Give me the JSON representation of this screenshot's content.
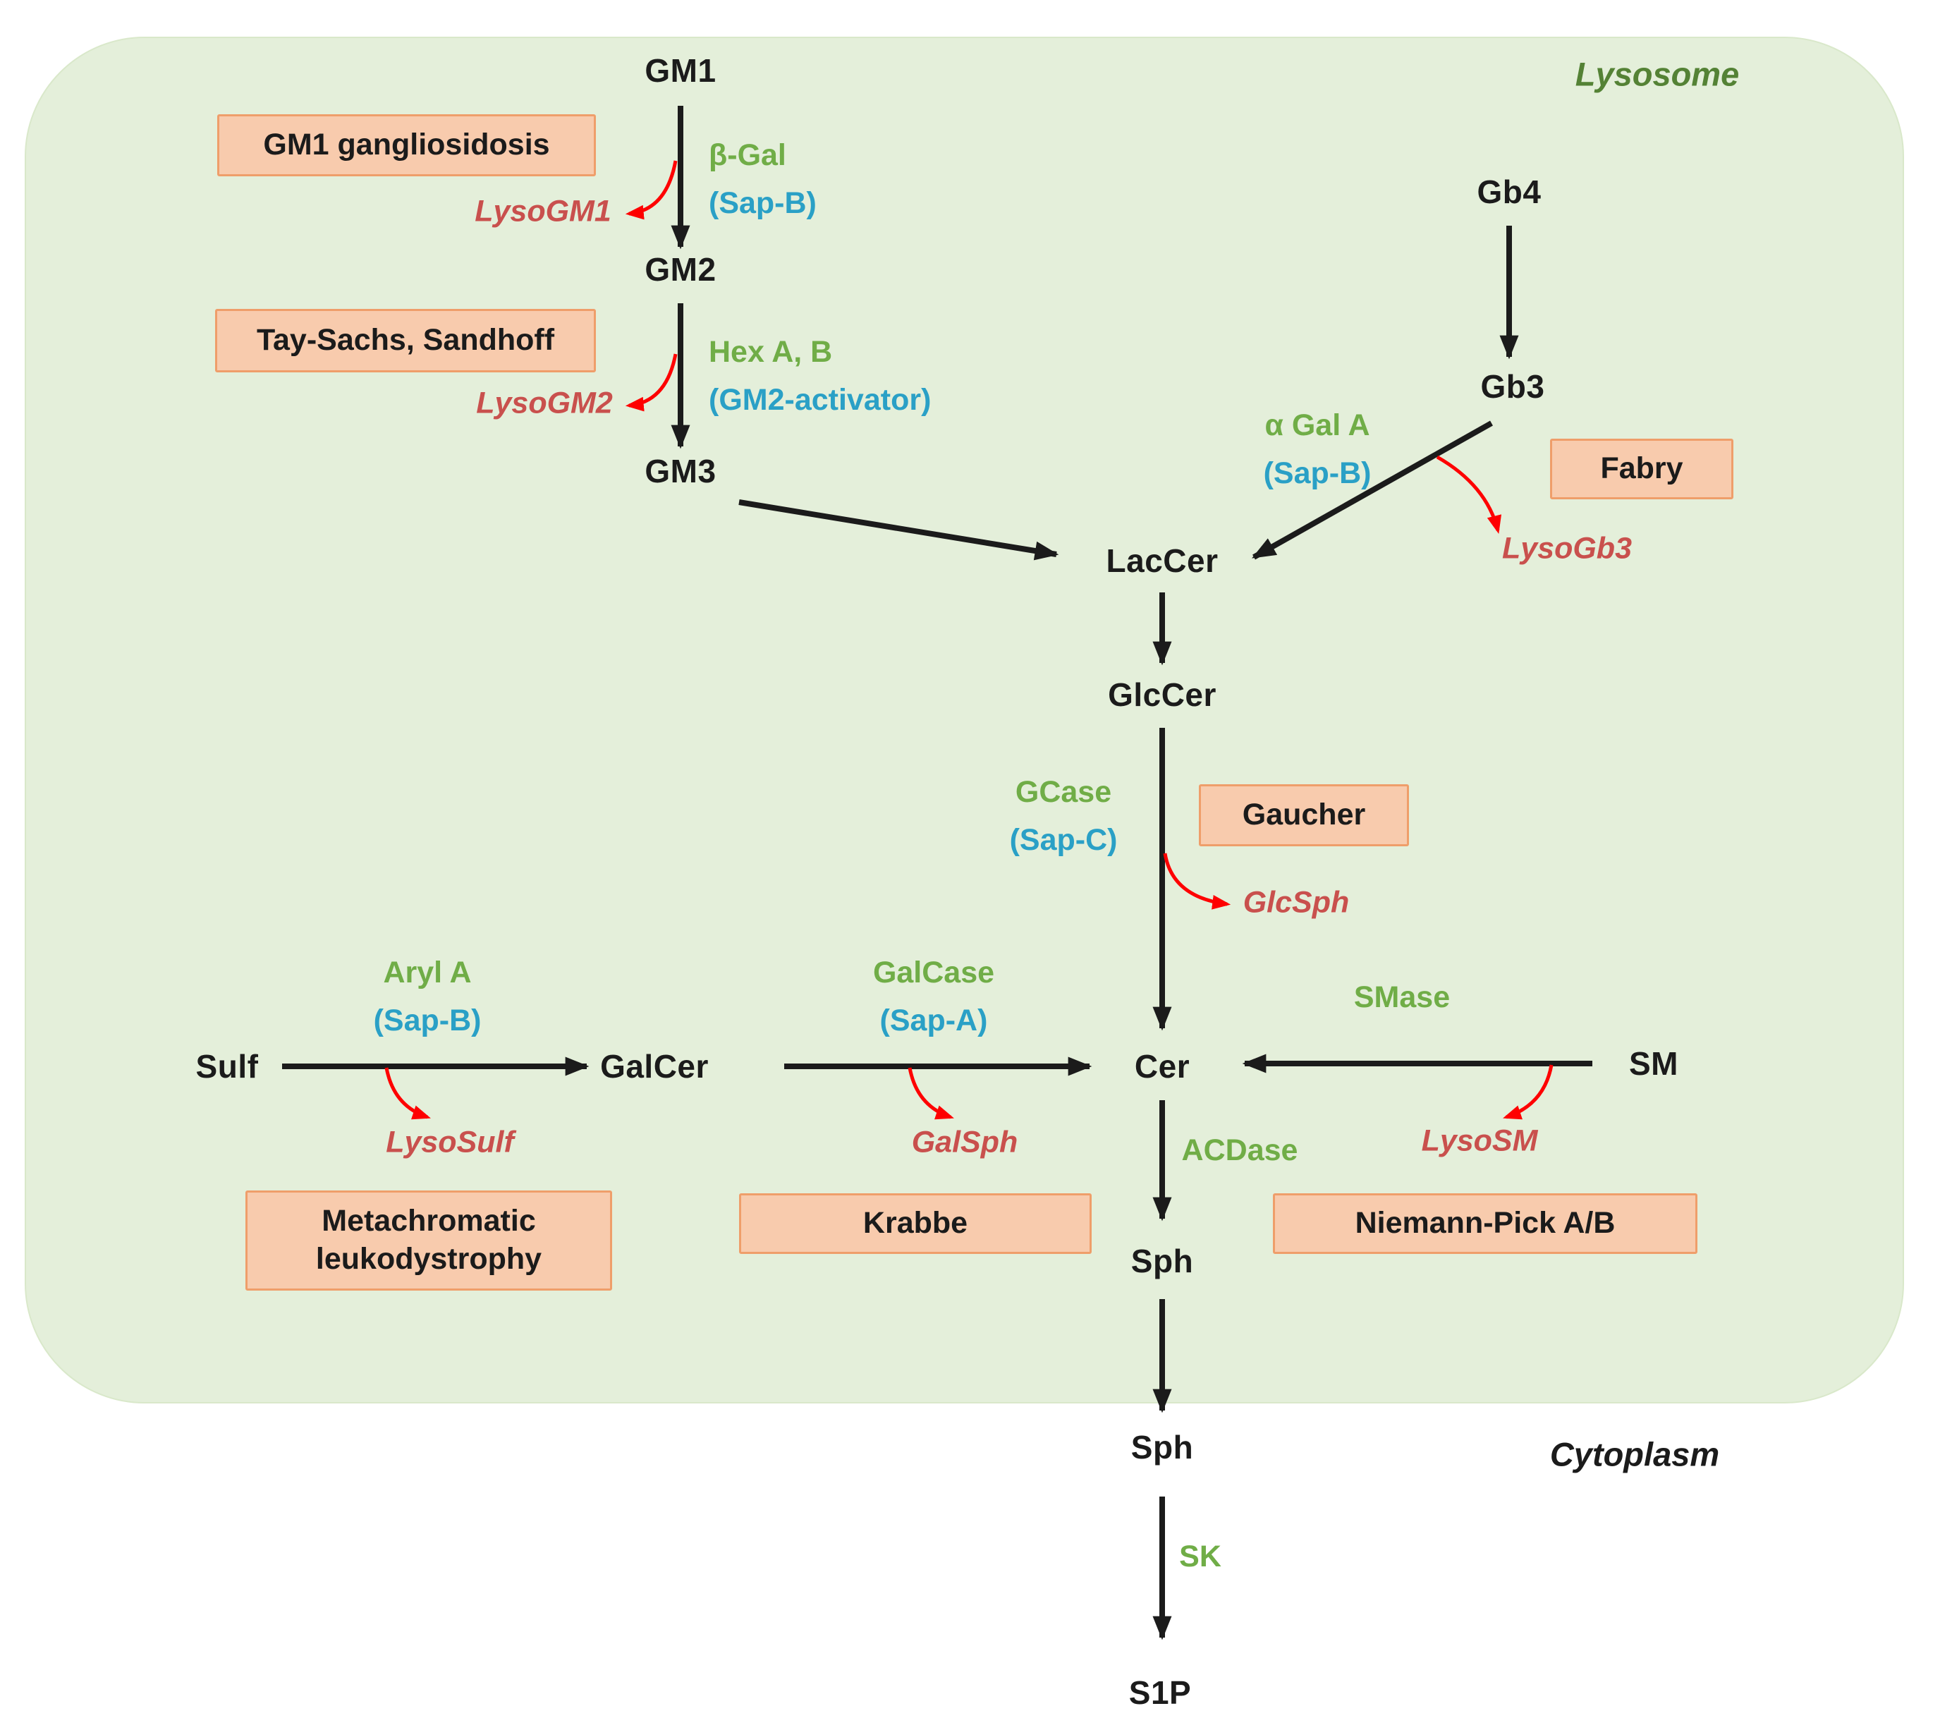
{
  "regions": {
    "lysosome": "Lysosome",
    "cytoplasm": "Cytoplasm"
  },
  "metabolites": {
    "gm1": "GM1",
    "gm2": "GM2",
    "gm3": "GM3",
    "gb4": "Gb4",
    "gb3": "Gb3",
    "laccer": "LacCer",
    "glccer": "GlcCer",
    "cer": "Cer",
    "galcer": "GalCer",
    "sulf": "Sulf",
    "sm": "SM",
    "sph_lysosome": "Sph",
    "sph_cytoplasm": "Sph",
    "s1p": "S1P"
  },
  "enzymes": {
    "beta_gal": {
      "name": "β-Gal",
      "activator": "(Sap-B)"
    },
    "hex_ab": {
      "name": "Hex A, B",
      "activator": "(GM2-activator)"
    },
    "alpha_gal_a": {
      "name": "α Gal A",
      "activator": "(Sap-B)"
    },
    "gcase": {
      "name": "GCase",
      "activator": "(Sap-C)"
    },
    "aryl_a": {
      "name": "Aryl A",
      "activator": "(Sap-B)"
    },
    "galcase": {
      "name": "GalCase",
      "activator": "(Sap-A)"
    },
    "smase": {
      "name": "SMase"
    },
    "acdase": {
      "name": "ACDase"
    },
    "sk": {
      "name": "SK"
    }
  },
  "lyso_products": {
    "lysogm1": "LysoGM1",
    "lysogm2": "LysoGM2",
    "lysogb3": "LysoGb3",
    "glcsph": "GlcSph",
    "lysosulf": "LysoSulf",
    "galsph": "GalSph",
    "lysosm": "LysoSM"
  },
  "diseases": {
    "gm1_gangliosidosis": "GM1 gangliosidosis",
    "tay_sachs_sandhoff": "Tay-Sachs, Sandhoff",
    "fabry": "Fabry",
    "gaucher": "Gaucher",
    "metachromatic_leukodystrophy": "Metachromatic leukodystrophy",
    "krabbe": "Krabbe",
    "niemann_pick": "Niemann-Pick A/B"
  },
  "reactions": [
    {
      "from": "GM1",
      "to": "GM2",
      "enzyme": "β-Gal",
      "activator": "Sap-B",
      "disease": "GM1 gangliosidosis",
      "byproduct": "LysoGM1"
    },
    {
      "from": "GM2",
      "to": "GM3",
      "enzyme": "Hex A, B",
      "activator": "GM2-activator",
      "disease": "Tay-Sachs, Sandhoff",
      "byproduct": "LysoGM2"
    },
    {
      "from": "GM3",
      "to": "LacCer",
      "enzyme": "",
      "activator": "",
      "disease": "",
      "byproduct": ""
    },
    {
      "from": "Gb4",
      "to": "Gb3",
      "enzyme": "",
      "activator": "",
      "disease": "",
      "byproduct": ""
    },
    {
      "from": "Gb3",
      "to": "LacCer",
      "enzyme": "α Gal A",
      "activator": "Sap-B",
      "disease": "Fabry",
      "byproduct": "LysoGb3"
    },
    {
      "from": "LacCer",
      "to": "GlcCer",
      "enzyme": "",
      "activator": "",
      "disease": "",
      "byproduct": ""
    },
    {
      "from": "GlcCer",
      "to": "Cer",
      "enzyme": "GCase",
      "activator": "Sap-C",
      "disease": "Gaucher",
      "byproduct": "GlcSph"
    },
    {
      "from": "Sulf",
      "to": "GalCer",
      "enzyme": "Aryl A",
      "activator": "Sap-B",
      "disease": "Metachromatic leukodystrophy",
      "byproduct": "LysoSulf"
    },
    {
      "from": "GalCer",
      "to": "Cer",
      "enzyme": "GalCase",
      "activator": "Sap-A",
      "disease": "Krabbe",
      "byproduct": "GalSph"
    },
    {
      "from": "SM",
      "to": "Cer",
      "enzyme": "SMase",
      "activator": "",
      "disease": "Niemann-Pick A/B",
      "byproduct": "LysoSM"
    },
    {
      "from": "Cer",
      "to": "Sph",
      "enzyme": "ACDase",
      "activator": "",
      "disease": "",
      "byproduct": ""
    },
    {
      "from": "Sph (lysosome)",
      "to": "Sph (cytoplasm)",
      "enzyme": "",
      "activator": "",
      "disease": "",
      "byproduct": ""
    },
    {
      "from": "Sph",
      "to": "S1P",
      "enzyme": "SK",
      "activator": "",
      "disease": "",
      "byproduct": ""
    }
  ],
  "colors": {
    "lysosome_fill": "#e4efda",
    "disease_fill": "#f8cbad",
    "disease_border": "#ef9e6a",
    "enzyme_green": "#70ad47",
    "activator_teal": "#2aa0c6",
    "lyso_text_red": "#c9504d",
    "arrow_black": "#1b1b1b",
    "arrow_red": "#fe0000",
    "lysosome_label_green": "#548235"
  }
}
